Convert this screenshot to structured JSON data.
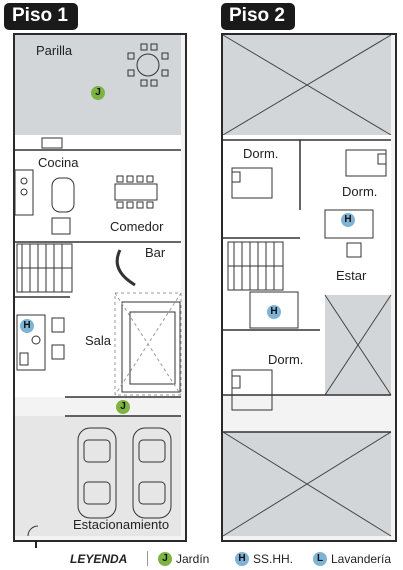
{
  "floors": [
    {
      "title": "Piso 1"
    },
    {
      "title": "Piso 2"
    }
  ],
  "floor1": {
    "rooms": {
      "parilla": "Parilla",
      "cocina": "Cocina",
      "comedor": "Comedor",
      "bar": "Bar",
      "sala": "Sala",
      "estacionamiento": "Estacionamiento"
    }
  },
  "floor2": {
    "rooms": {
      "dorm1": "Dorm.",
      "dorm2": "Dorm.",
      "estar": "Estar",
      "dorm3": "Dorm."
    }
  },
  "markers": {
    "j": "J",
    "h": "H",
    "l": "L"
  },
  "legend": {
    "title": "LEYENDA",
    "items": [
      {
        "key": "J",
        "label": "Jardín",
        "color": "#7cb342"
      },
      {
        "key": "H",
        "label": "SS.HH.",
        "color": "#7fb3d5"
      },
      {
        "key": "L",
        "label": "Lavandería",
        "color": "#7fb3d5"
      }
    ]
  }
}
